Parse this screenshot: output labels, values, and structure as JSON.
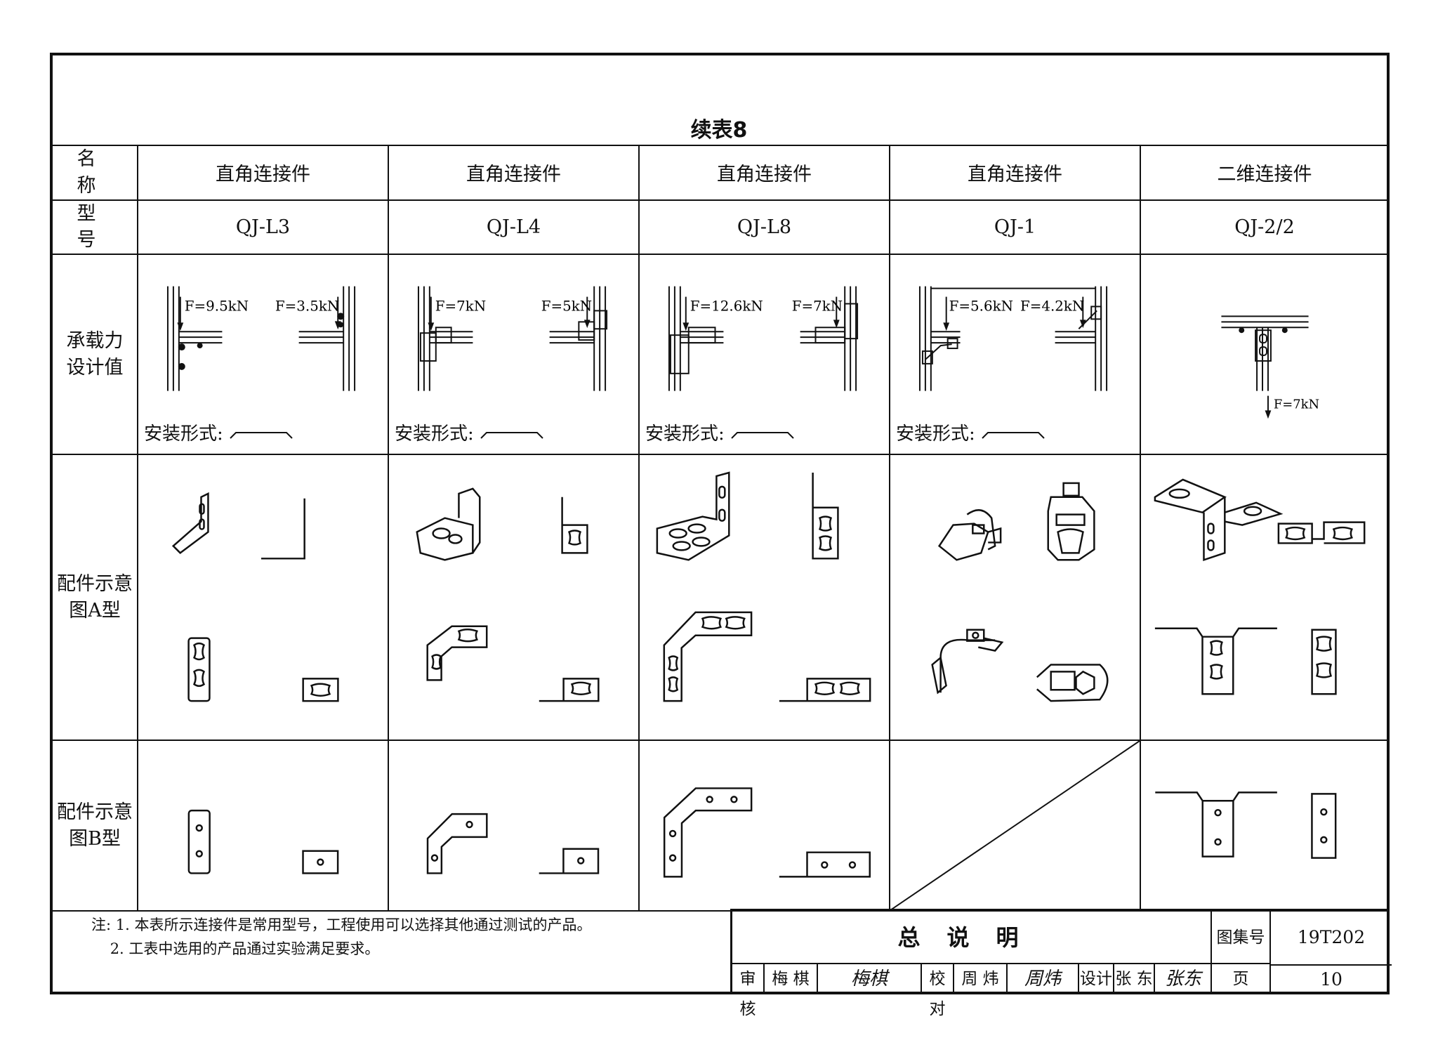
{
  "table": {
    "title": "续表8",
    "row_labels": {
      "name": "名 称",
      "model": "型 号",
      "capacity": "承载力\n设计值",
      "type_a": "配件示意\n图A型",
      "type_b": "配件示意\n图B型"
    },
    "install_label": "安装形式:",
    "columns": [
      {
        "name": "直角连接件",
        "model": "QJ-L3",
        "loads": [
          "F=9.5kN",
          "F=3.5kN"
        ]
      },
      {
        "name": "直角连接件",
        "model": "QJ-L4",
        "loads": [
          "F=7kN",
          "F=5kN"
        ]
      },
      {
        "name": "直角连接件",
        "model": "QJ-L8",
        "loads": [
          "F=12.6kN",
          "F=7kN"
        ]
      },
      {
        "name": "直角连接件",
        "model": "QJ-1",
        "loads": [
          "F=5.6kN",
          "F=4.2kN"
        ]
      },
      {
        "name": "二维连接件",
        "model": "QJ-2/2",
        "loads": [
          "F=7kN"
        ]
      }
    ]
  },
  "notes": {
    "line1": "注: 1. 本表所示连接件是常用型号，工程使用可以选择其他通过测试的产品。",
    "line2": "    2. 工表中选用的产品通过实验满足要求。"
  },
  "title_block": {
    "drawing_title": "总说明",
    "atlas_label": "图集号",
    "atlas_no": "19T202",
    "page_label": "页",
    "page_no": "10",
    "review_label": "审核",
    "review_name": "梅 棋",
    "review_sig": "梅棋",
    "check_label": "校对",
    "check_name": "周 炜",
    "check_sig": "周炜",
    "design_label": "设计",
    "design_name": "张 东",
    "design_sig": "张东"
  }
}
